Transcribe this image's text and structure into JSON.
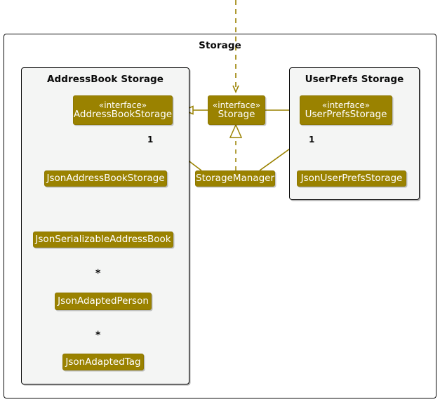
{
  "diagram": {
    "title": "Storage",
    "type": "uml-class-diagram",
    "accent_color": "#9a8200",
    "frame_color": "#0b0b0b",
    "package_fill": "#f4f5f4"
  },
  "packages": [
    {
      "id": "outer",
      "label": "Storage"
    },
    {
      "id": "addressbook",
      "label": "AddressBook Storage"
    },
    {
      "id": "userprefs",
      "label": "UserPrefs Storage"
    }
  ],
  "classes": [
    {
      "id": "addressbookstorage",
      "stereotype": "«interface»",
      "name": "AddressBookStorage"
    },
    {
      "id": "storage",
      "stereotype": "«interface»",
      "name": "Storage"
    },
    {
      "id": "userprefsstorage",
      "stereotype": "«interface»",
      "name": "UserPrefsStorage"
    },
    {
      "id": "jsonaddressbookstorage",
      "stereotype": "",
      "name": "JsonAddressBookStorage"
    },
    {
      "id": "storagemanager",
      "stereotype": "",
      "name": "StorageManager"
    },
    {
      "id": "jsonuserprefsstorage",
      "stereotype": "",
      "name": "JsonUserPrefsStorage"
    },
    {
      "id": "jsonserializableaddressbook",
      "stereotype": "",
      "name": "JsonSerializableAddressBook"
    },
    {
      "id": "jsonadaptedperson",
      "stereotype": "",
      "name": "JsonAdaptedPerson"
    },
    {
      "id": "jsonadaptedtag",
      "stereotype": "",
      "name": "JsonAdaptedTag"
    }
  ],
  "multiplicities": [
    {
      "id": "mult-abs",
      "label": "1"
    },
    {
      "id": "mult-ups",
      "label": "1"
    },
    {
      "id": "mult-person",
      "label": "*"
    },
    {
      "id": "mult-tag",
      "label": "*"
    }
  ],
  "relations": [
    {
      "from": "storage",
      "to": "addressbookstorage",
      "kind": "generalization"
    },
    {
      "from": "storage",
      "to": "userprefsstorage",
      "kind": "generalization"
    },
    {
      "from": "storagemanager",
      "to": "storage",
      "kind": "realization"
    },
    {
      "from": "storagemanager",
      "to": "addressbookstorage",
      "kind": "association",
      "multiplicity": "1"
    },
    {
      "from": "storagemanager",
      "to": "userprefsstorage",
      "kind": "association",
      "multiplicity": "1"
    },
    {
      "from": "jsonaddressbookstorage",
      "to": "addressbookstorage",
      "kind": "realization"
    },
    {
      "from": "jsonuserprefsstorage",
      "to": "userprefsstorage",
      "kind": "realization"
    },
    {
      "from": "jsonaddressbookstorage",
      "to": "jsonserializableaddressbook",
      "kind": "dependency"
    },
    {
      "from": "jsonserializableaddressbook",
      "to": "jsonadaptedperson",
      "kind": "association",
      "multiplicity": "*"
    },
    {
      "from": "jsonadaptedperson",
      "to": "jsonadaptedtag",
      "kind": "association",
      "multiplicity": "*"
    },
    {
      "from": "external",
      "to": "storage",
      "kind": "dependency"
    }
  ]
}
